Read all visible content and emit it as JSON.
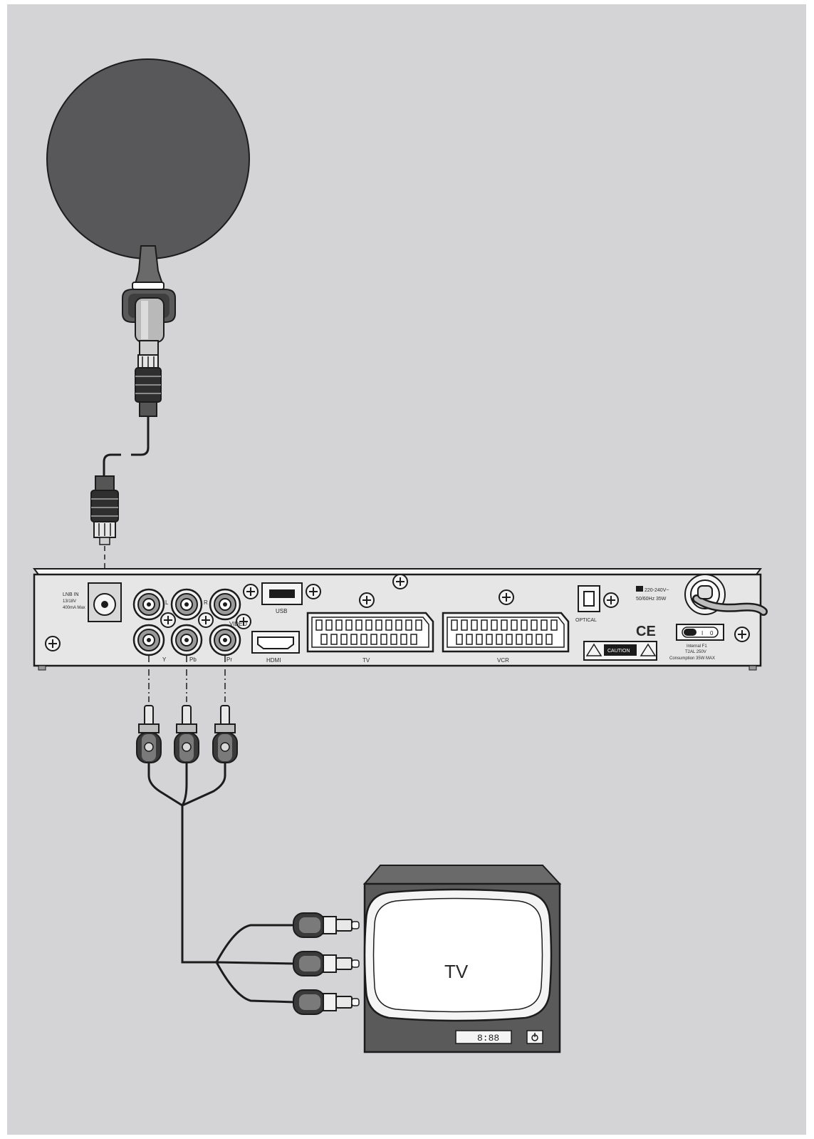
{
  "labels": {
    "lnb_in": "LNB IN",
    "lnb_in_spec_1": "13/18V",
    "lnb_in_spec_2": "400mA Max",
    "l": "L",
    "r": "R",
    "video": "VIDEO",
    "y": "Y",
    "pb": "Pb",
    "pr": "Pr",
    "usb": "USB",
    "hdmi": "HDMI",
    "tv_scart": "TV",
    "vcr_scart": "VCR",
    "optical": "OPTICAL",
    "power_1": "220-240V~",
    "power_2": "50/60Hz 35W",
    "ce": "CE",
    "switch_i": "I",
    "switch_o": "0",
    "fuse_1": "Internal F1",
    "fuse_2": "T2AL 250V",
    "fuse_3": "Consumption 35W MAX",
    "caution": "CAUTION",
    "tv": "TV",
    "tv_clock": "8:88"
  },
  "colors": {
    "background": "#d4d4d6",
    "dish": "#58585a",
    "outline": "#1c1c1c",
    "device": "#e6e6e6"
  }
}
